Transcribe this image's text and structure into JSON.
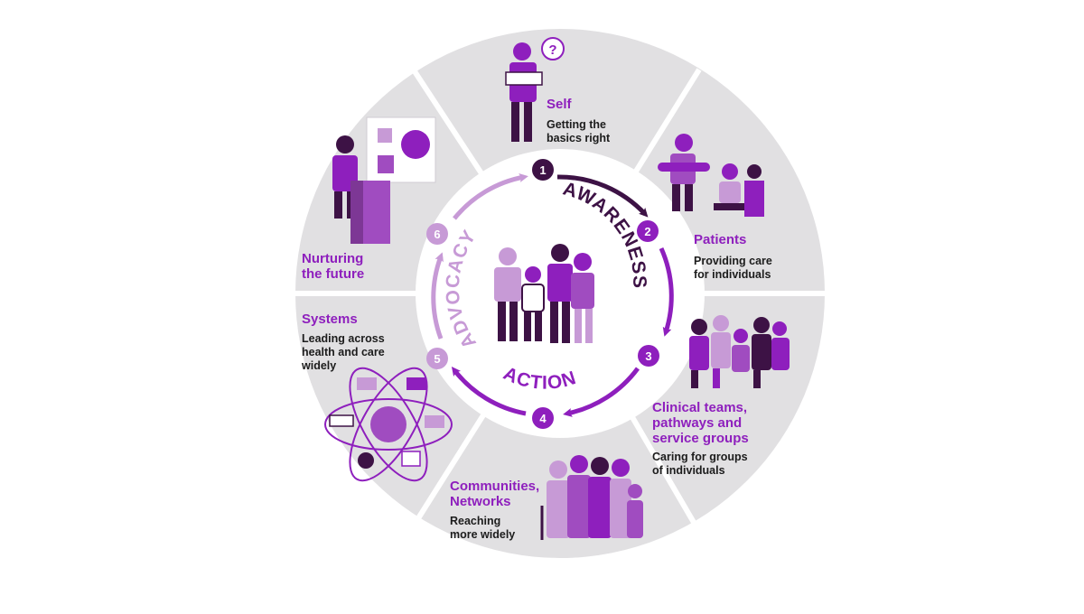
{
  "colors": {
    "ring_bg": "#e1e0e2",
    "divider": "#ffffff",
    "accent": "#8e1fbd",
    "dark": "#3d1245",
    "light": "#c79ad6",
    "mid": "#a04cc0",
    "text": "#1c1c1c"
  },
  "cycle": {
    "awareness": "AWARENESS",
    "action": "ACTION",
    "advocacy": "ADVOCACY"
  },
  "steps": [
    {
      "number": "1",
      "title": "Self",
      "description": "Getting the\nbasics right",
      "icon": "person-thinking-icon"
    },
    {
      "number": "2",
      "title": "Patients",
      "description": "Providing care\nfor individuals",
      "icon": "patient-care-icon"
    },
    {
      "number": "3",
      "title": "Clinical teams,\npathways and\nservice groups",
      "description": "Caring for groups\nof individuals",
      "icon": "clinical-team-icon"
    },
    {
      "number": "4",
      "title": "Communities,\nNetworks",
      "description": "Reaching\nmore widely",
      "icon": "community-icon"
    },
    {
      "number": "5",
      "title": "Systems",
      "description": "Leading across\nhealth and care\nwidely",
      "icon": "systems-network-icon"
    },
    {
      "number": "6",
      "title": "Nurturing\nthe future",
      "description": "",
      "icon": "presenter-icon"
    }
  ]
}
